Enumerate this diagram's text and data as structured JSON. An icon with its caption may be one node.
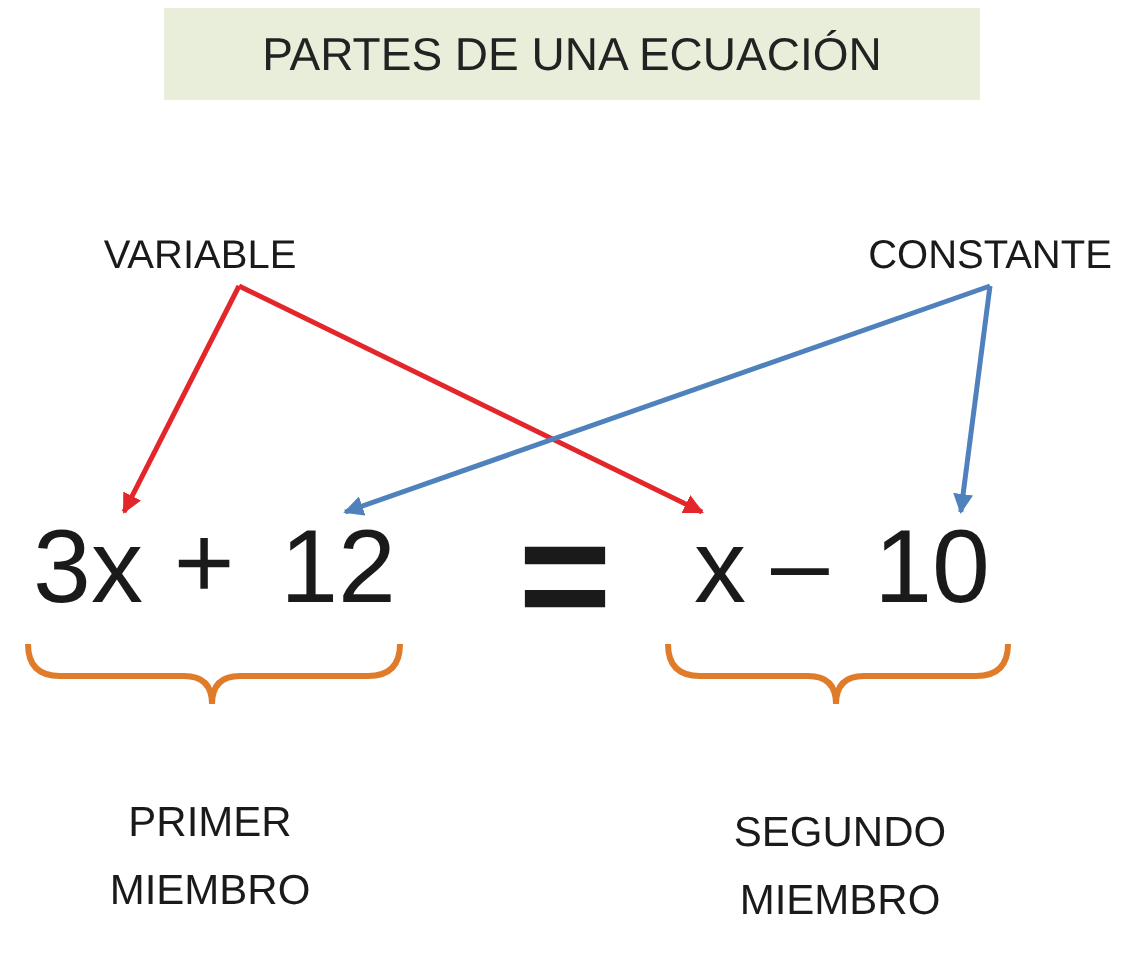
{
  "diagram": {
    "title": "PARTES DE UNA ECUACIÓN",
    "nodes": [
      {
        "text": [
          "VARIABLE"
        ]
      },
      {
        "text": [
          "CONSTANTE"
        ]
      },
      {
        "text": [
          "3x"
        ]
      },
      {
        "text": [
          "12"
        ]
      },
      {
        "text": [
          "x"
        ]
      },
      {
        "text": [
          "10"
        ]
      }
    ],
    "edges": [
      {
        "from": 0,
        "to": 2,
        "arrow": "to",
        "color": "#e3262a"
      },
      {
        "from": 0,
        "to": 4,
        "arrow": "to",
        "color": "#e3262a"
      },
      {
        "from": 1,
        "to": 3,
        "arrow": "to",
        "color": "#4f81bd"
      },
      {
        "from": 1,
        "to": 5,
        "arrow": "to",
        "color": "#4f81bd"
      }
    ],
    "labels": [
      "+",
      "=",
      "–",
      "PRIMER MIEMBRO",
      "SEGUNDO MIEMBRO"
    ]
  }
}
